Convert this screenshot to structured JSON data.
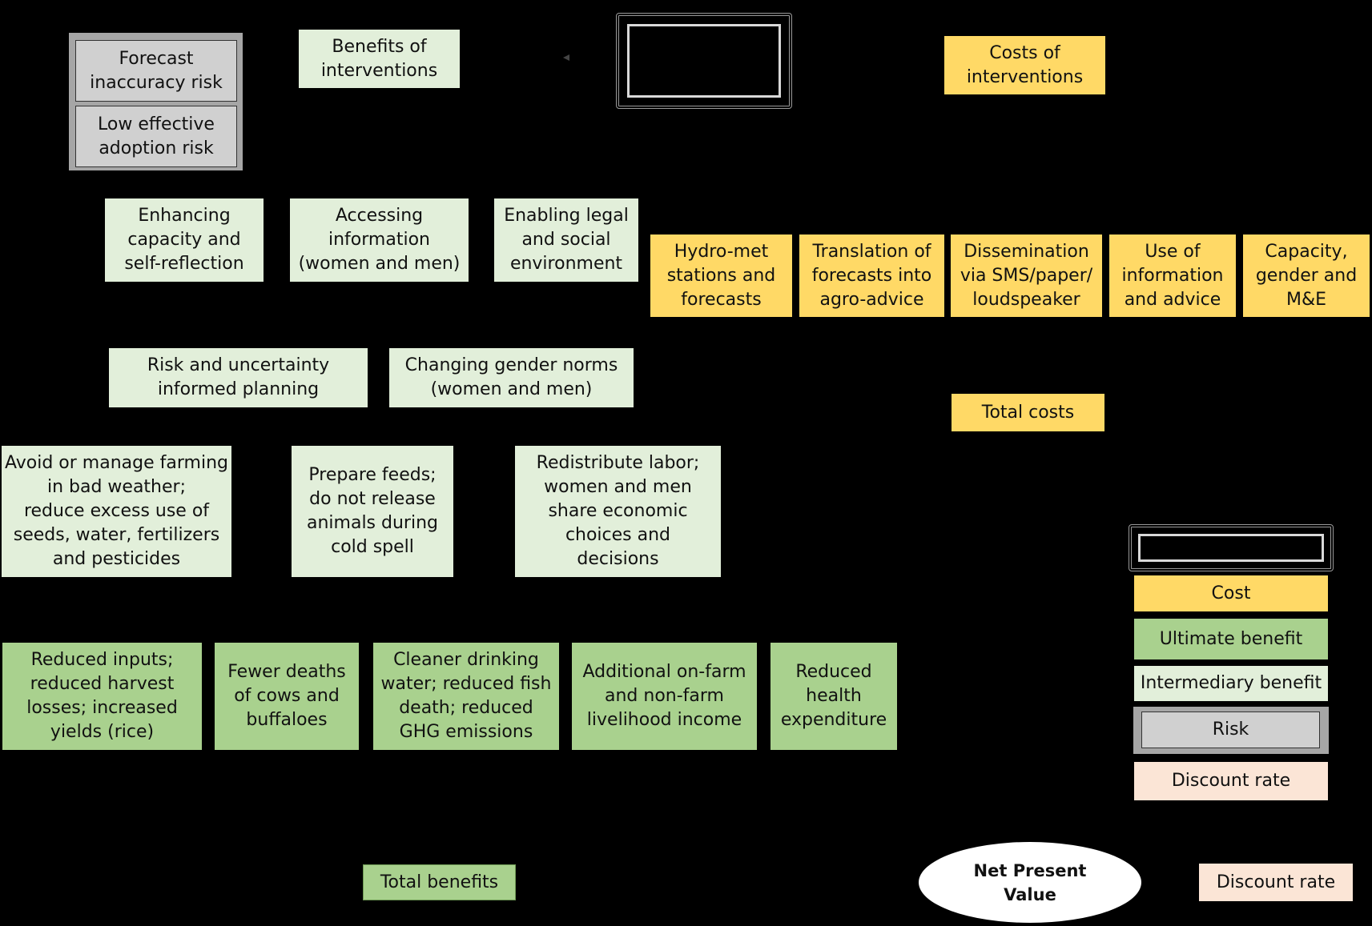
{
  "risk": {
    "forecast": "Forecast\ninaccuracy risk",
    "adoption": "Low effective\nadoption risk"
  },
  "benefits_header": "Benefits of\ninterventions",
  "costs_header": "Costs of\ninterventions",
  "intermediate_1": [
    "Enhancing\ncapacity and\nself-reflection",
    "Accessing\ninformation\n(women and men)",
    "Enabling legal\nand social\nenvironment"
  ],
  "costs": [
    "Hydro-met\nstations and\nforecasts",
    "Translation of\nforecasts into\nagro-advice",
    "Dissemination\nvia SMS/paper/\nloudspeaker",
    "Use of\ninformation\nand advice",
    "Capacity,\ngender and\nM&E"
  ],
  "intermediate_2": [
    "Risk and uncertainty\ninformed planning",
    "Changing gender norms\n(women and men)"
  ],
  "total_costs": "Total costs",
  "intermediate_3": [
    "Avoid or manage farming\nin bad weather;\nreduce excess use of\nseeds, water, fertilizers\nand pesticides",
    "Prepare feeds;\ndo not release\nanimals during\ncold spell",
    "Redistribute labor;\nwomen and men\nshare economic\nchoices and\ndecisions"
  ],
  "ultimate": [
    "Reduced inputs;\nreduced harvest\nlosses; increased\nyields (rice)",
    "Fewer deaths\nof cows and\nbuffaloes",
    "Cleaner drinking\nwater; reduced fish\ndeath; reduced\nGHG emissions",
    "Additional on-farm\nand non-farm\nlivelihood income",
    "Reduced\nhealth\nexpenditure"
  ],
  "total_benefits": "Total benefits",
  "npv": "Net Present\nValue",
  "discount_rate": "Discount rate",
  "legend": {
    "cost": "Cost",
    "ultimate": "Ultimate benefit",
    "intermediary": "Intermediary benefit",
    "risk": "Risk",
    "discount": "Discount rate"
  },
  "colors": {
    "cost": "#ffd966",
    "intermediary": "#e2efda",
    "ultimate": "#a9d18e",
    "discount": "#fbe5d6",
    "risk": "#d0d0d0",
    "background": "#000000"
  }
}
